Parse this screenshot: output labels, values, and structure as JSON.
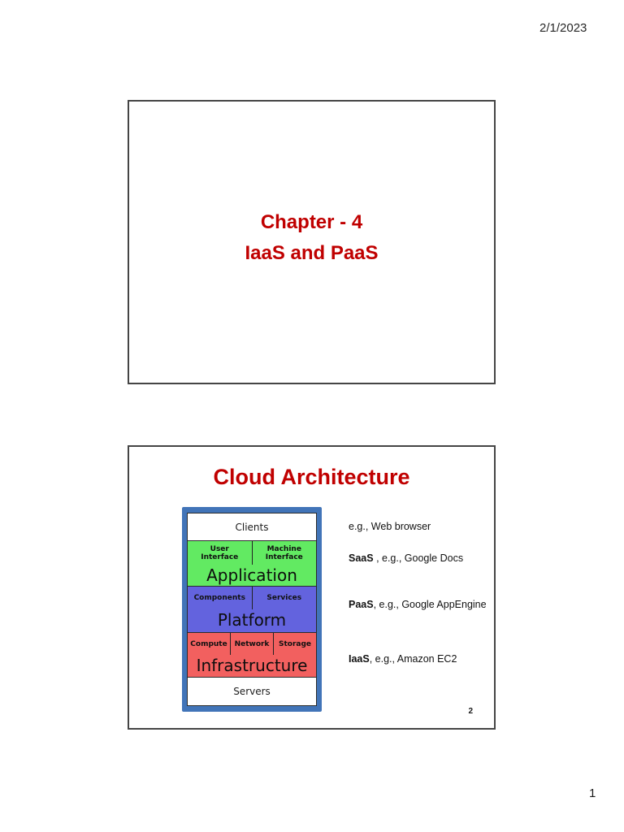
{
  "page": {
    "date": "2/1/2023",
    "page_number": "1"
  },
  "slide1": {
    "title_line1": "Chapter - 4",
    "title_line2": "IaaS and PaaS"
  },
  "slide2": {
    "title": "Cloud Architecture",
    "slide_number": "2",
    "diagram": {
      "clients": "Clients",
      "application": {
        "cells": [
          "User\nInterface",
          "Machine\nInterface"
        ],
        "label": "Application"
      },
      "platform": {
        "cells": [
          "Components",
          "Services"
        ],
        "label": "Platform"
      },
      "infrastructure": {
        "cells": [
          "Compute",
          "Network",
          "Storage"
        ],
        "label": "Infrastructure"
      },
      "servers": "Servers"
    },
    "annotations": [
      {
        "bold": "",
        "text": "e.g., Web browser"
      },
      {
        "bold": "SaaS",
        "text": " , e.g., Google Docs"
      },
      {
        "bold": "PaaS",
        "text": ", e.g., Google AppEngine"
      },
      {
        "bold": "IaaS",
        "text": ", e.g., Amazon EC2"
      }
    ]
  },
  "colors": {
    "title-red": "#c00000",
    "stack-green": "#62ea62",
    "stack-blue": "#6363de",
    "stack-red": "#f2605f",
    "frame-blue": "#4174b8"
  }
}
